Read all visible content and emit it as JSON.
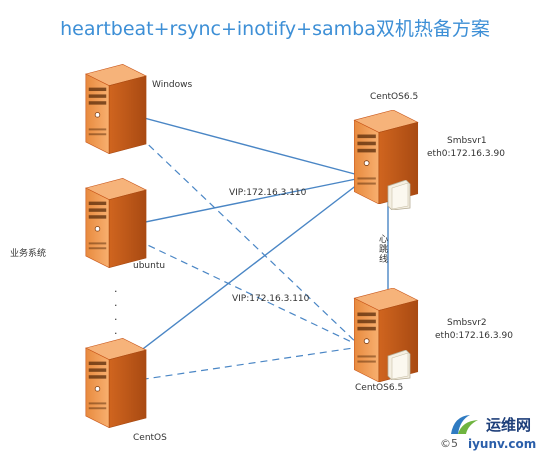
{
  "title": "heartbeat+rsync+inotify+samba双机热备方案",
  "group_label": "业务系统",
  "clients": [
    {
      "label": "Windows"
    },
    {
      "label": "ubuntu"
    },
    {
      "label": "CentOS"
    }
  ],
  "servers": [
    {
      "os": "CentOS6.5",
      "name": "Smbsvr1",
      "ip": "eth0:172.16.3.90"
    },
    {
      "os": "CentOS6.5",
      "name": "Smbsvr2",
      "ip": "eth0:172.16.3.90"
    }
  ],
  "vip_labels": [
    "VIP:172.16.3.110",
    "VIP:172.16.3.110"
  ],
  "heartbeat_label": "心跳线",
  "ellipsis": ".\n.\n.\n.",
  "watermark": {
    "cn": "运维网",
    "en": "©5",
    "url": "iyunv.com"
  },
  "colors": {
    "line": "#4a86c5",
    "server_light": "#f5a05a",
    "server_dark": "#c8561a",
    "title": "#3d8fd6"
  }
}
